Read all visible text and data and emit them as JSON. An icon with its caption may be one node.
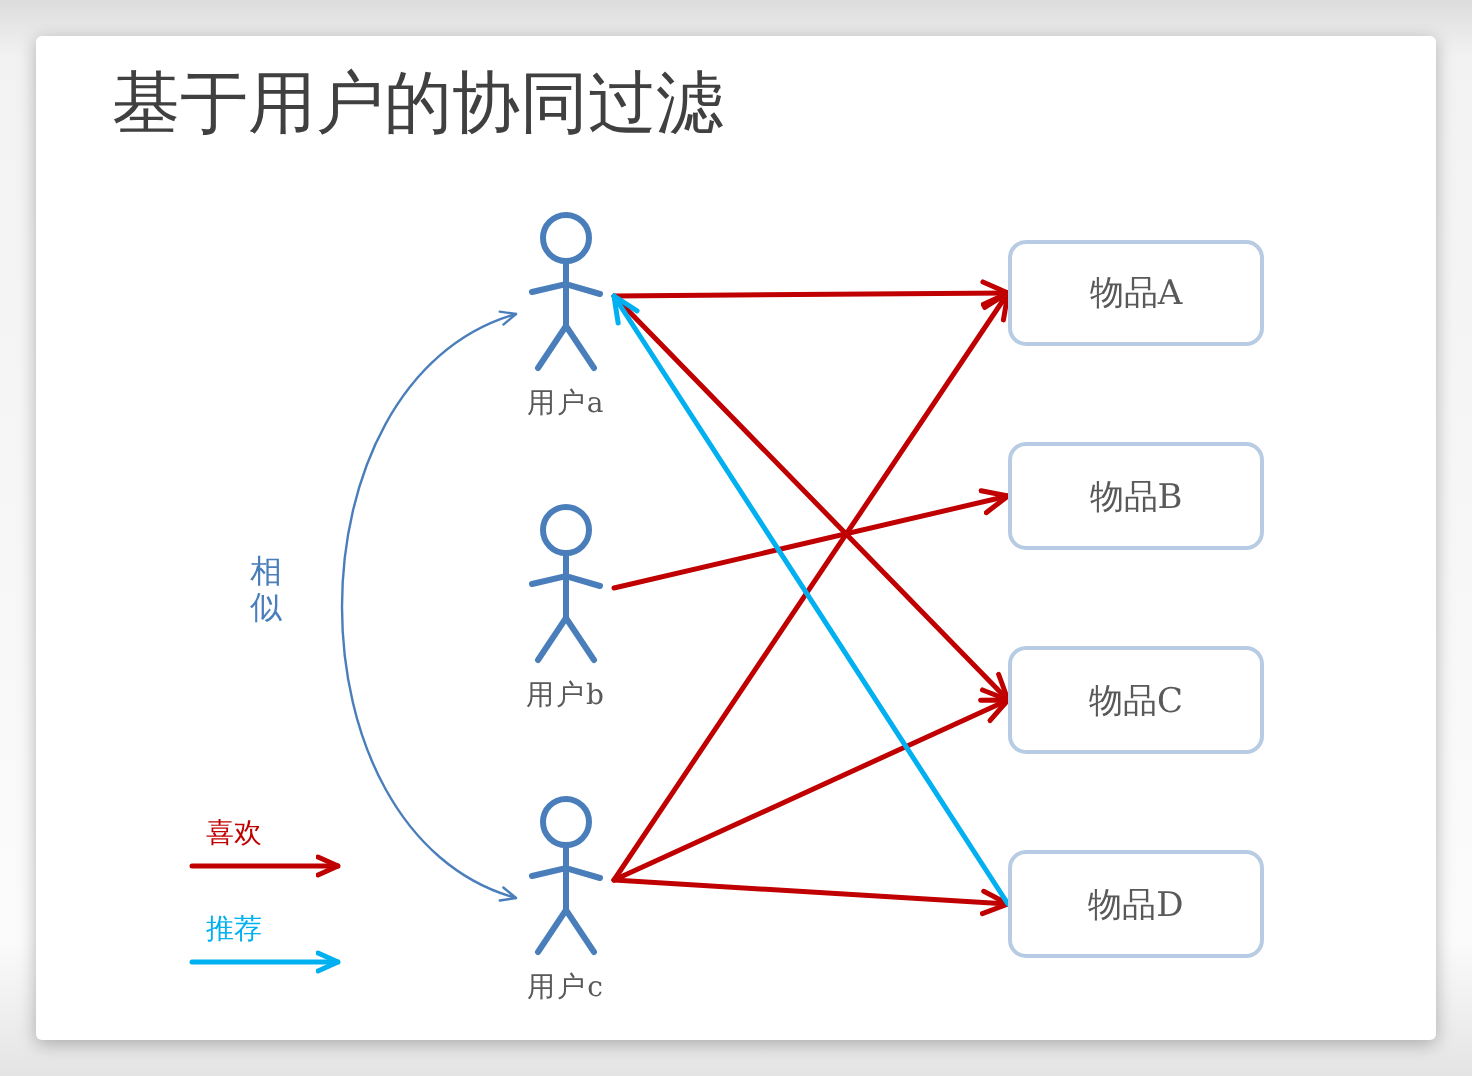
{
  "diagram": {
    "title": "基于用户的协同过滤",
    "nodes": [
      {
        "text": [],
        "shape": "person",
        "beside": [
          "用户a"
        ]
      },
      {
        "text": [],
        "shape": "person",
        "beside": [
          "用户b"
        ]
      },
      {
        "text": [],
        "shape": "person",
        "beside": [
          "用户c"
        ]
      },
      {
        "text": [
          "物品A"
        ]
      },
      {
        "text": [
          "物品B"
        ]
      },
      {
        "text": [
          "物品C"
        ]
      },
      {
        "text": [
          "物品D"
        ]
      }
    ],
    "edges": [
      {
        "from": 0,
        "to": 3,
        "arrow": "to"
      },
      {
        "from": 0,
        "to": 5,
        "arrow": "to"
      },
      {
        "from": 1,
        "to": 4,
        "arrow": "to"
      },
      {
        "from": 2,
        "to": 3,
        "arrow": "to"
      },
      {
        "from": 2,
        "to": 5,
        "arrow": "to"
      },
      {
        "from": 2,
        "to": 6,
        "arrow": "to"
      },
      {
        "from": 6,
        "to": 0,
        "arrow": "to",
        "color": "#00b0f0"
      },
      {
        "from": 0,
        "to": 2,
        "arrow": "both",
        "label": "相似",
        "color": "#4a7ebb"
      }
    ],
    "legend": [
      {
        "text": "喜欢",
        "color": "#c00000"
      },
      {
        "text": "推荐",
        "color": "#00b0f0"
      }
    ]
  }
}
